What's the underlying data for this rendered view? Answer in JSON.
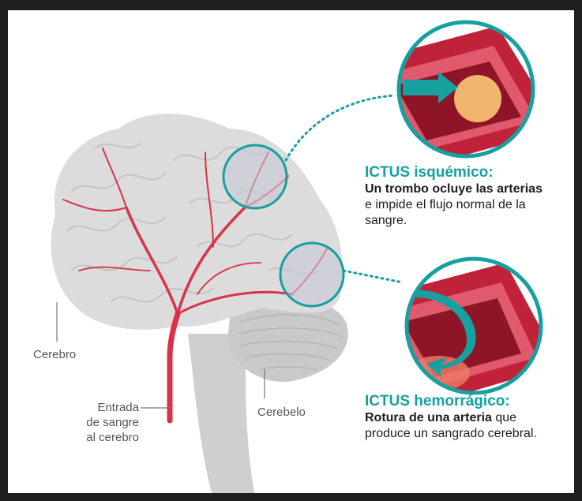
{
  "labels": {
    "cerebro": "Cerebro",
    "cerebelo": "Cerebelo",
    "entrada_line1": "Entrada",
    "entrada_line2": "de sangre",
    "entrada_line3": "al cerebro"
  },
  "ischemic": {
    "title": "ICTUS isquémico:",
    "bold_text": "Un trombo ocluye las arterias",
    "line2": "e impide el flujo normal de la",
    "line3": "sangre."
  },
  "hemorrhagic": {
    "title": "ICTUS hemorrágico:",
    "bold_text": "Rotura de una arteria",
    "rest_line1": " que",
    "line2": "produce un sangrado cerebral."
  },
  "colors": {
    "teal": "#16a0a0",
    "artery": "#d8334a",
    "brain": "#d8d8d8"
  }
}
